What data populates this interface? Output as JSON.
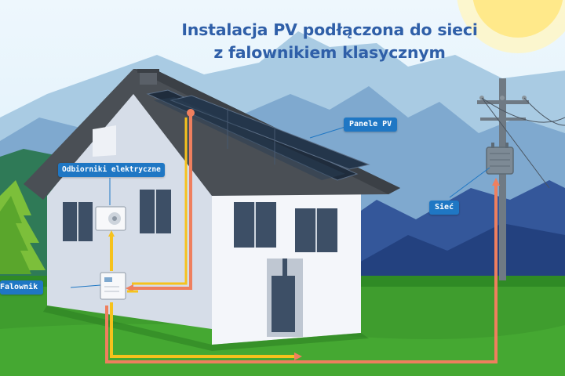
{
  "title": {
    "line1": "Instalacja PV podłączona do sieci",
    "line2": "z falownikiem klasycznym"
  },
  "labels": {
    "panels": "Panele PV",
    "loads": "Odbiorniki elektryczne",
    "grid": "Sieć",
    "inverter": "Falownik"
  },
  "colors": {
    "title": "#2f5fa8",
    "label_bg": "#1f77c4",
    "flow_yellow": "#f6c21c",
    "flow_orange": "#ef7f5e",
    "grass": "#3f9d2e",
    "roof": "#4a4f55",
    "panel": "#1f2c3c",
    "sky": "#dff0fb"
  },
  "icons": [
    "sun-icon",
    "utility-pole-icon",
    "transformer-icon",
    "air-conditioner-icon",
    "inverter-icon",
    "tree-icon"
  ]
}
